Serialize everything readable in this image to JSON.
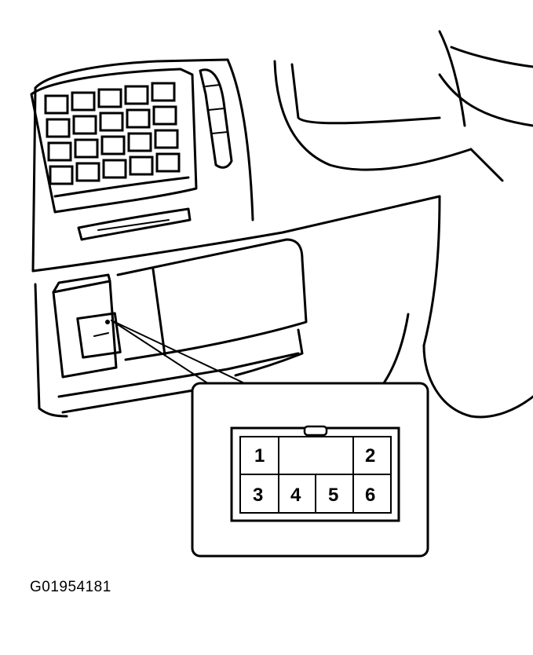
{
  "figure": {
    "id_label": "G01954181"
  },
  "connector": {
    "pins": [
      {
        "label": "1"
      },
      {
        "label": "2"
      },
      {
        "label": "3"
      },
      {
        "label": "4"
      },
      {
        "label": "5"
      },
      {
        "label": "6"
      }
    ]
  }
}
